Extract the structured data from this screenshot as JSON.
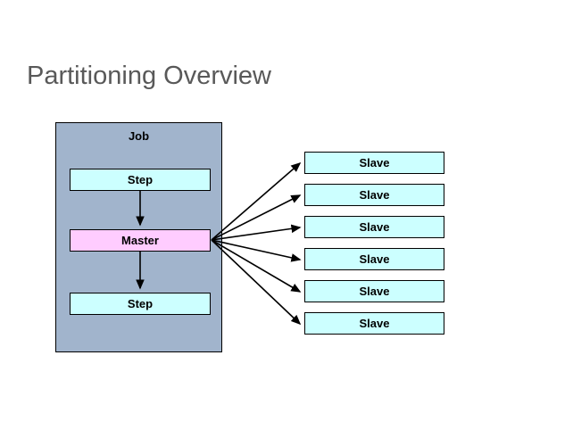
{
  "slide": {
    "title": "Partitioning Overview",
    "title_color": "#595959",
    "background": "#ffffff"
  },
  "job": {
    "label": "Job",
    "background": "#a1b4cc",
    "border_color": "#000000",
    "steps": [
      {
        "label": "Step",
        "color": "#ccffff",
        "role": "step"
      },
      {
        "label": "Master",
        "color": "#ffccff",
        "role": "master"
      },
      {
        "label": "Step",
        "color": "#ccffff",
        "role": "step"
      }
    ]
  },
  "slaves": {
    "color": "#ccffff",
    "border_color": "#000000",
    "items": [
      {
        "label": "Slave"
      },
      {
        "label": "Slave"
      },
      {
        "label": "Slave"
      },
      {
        "label": "Slave"
      },
      {
        "label": "Slave"
      },
      {
        "label": "Slave"
      }
    ]
  },
  "connectors": {
    "internal": [
      {
        "from": "step-top",
        "to": "master-box",
        "kind": "vertical-arrow"
      },
      {
        "from": "master-box",
        "to": "step-bottom",
        "kind": "vertical-arrow"
      }
    ],
    "fan_out": {
      "from": "master-box",
      "to": "slave-box",
      "count": 6,
      "kind": "arrow",
      "color": "#000000"
    }
  }
}
